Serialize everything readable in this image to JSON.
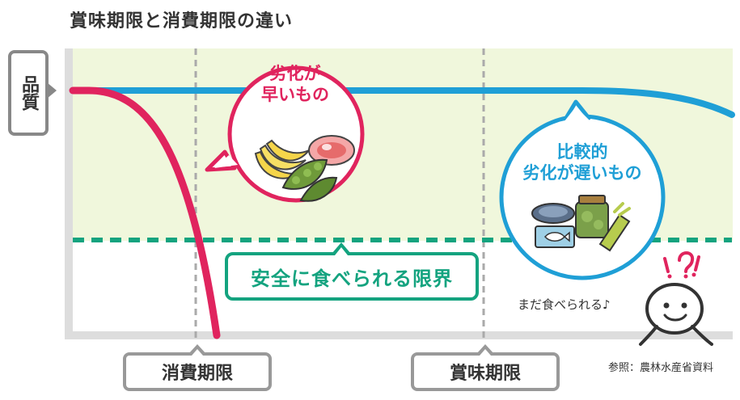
{
  "title": "賞味期限と消費期限の違い",
  "y_axis_label": "品質",
  "bubble_fast": {
    "line1": "劣化が",
    "line2": "早いもの"
  },
  "bubble_slow": {
    "line1": "比較的",
    "line2": "劣化が遅いもの"
  },
  "safety_label": "安全に食べられる限界",
  "consume_by_label": "消費期限",
  "best_before_label": "賞味期限",
  "still_edible": "まだ食べられる♪",
  "source": "参照：農林水産省資料",
  "colors": {
    "fast_curve": "#e0245e",
    "slow_curve": "#1f9fd6",
    "safety_line": "#14a37f",
    "safe_zone": "#f0f7dc",
    "axis": "#dddddd",
    "guide": "#aaaaaa"
  },
  "icons": [
    "banana-icon",
    "meat-icon",
    "edamame-icon",
    "canned-food-icon",
    "pickle-jar-icon",
    "fish-can-icon",
    "pickles-pack-icon",
    "smiley-character-icon"
  ]
}
